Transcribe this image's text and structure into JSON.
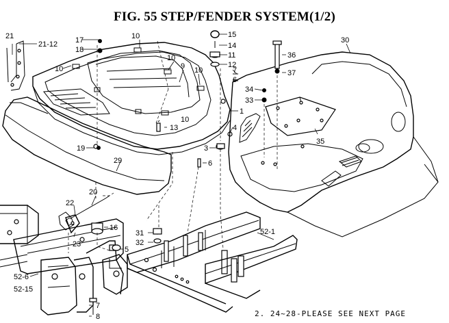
{
  "title": "FIG. 55  STEP/FENDER SYSTEM(1/2)",
  "footnote": "2. 24~28-PLEASE SEE NEXT PAGE",
  "callouts": [
    {
      "id": "c21",
      "label": "21"
    },
    {
      "id": "c21-12",
      "label": "21-12"
    },
    {
      "id": "c10a",
      "label": "10"
    },
    {
      "id": "c10b",
      "label": "10"
    },
    {
      "id": "c10c",
      "label": "10"
    },
    {
      "id": "c10d",
      "label": "10"
    },
    {
      "id": "c10e",
      "label": "10"
    },
    {
      "id": "c17",
      "label": "17"
    },
    {
      "id": "c18",
      "label": "18"
    },
    {
      "id": "c9",
      "label": "9"
    },
    {
      "id": "c15",
      "label": "15"
    },
    {
      "id": "c14",
      "label": "14"
    },
    {
      "id": "c11",
      "label": "11"
    },
    {
      "id": "c12",
      "label": "12"
    },
    {
      "id": "c7",
      "label": "7"
    },
    {
      "id": "c6a",
      "label": "6"
    },
    {
      "id": "c36",
      "label": "36"
    },
    {
      "id": "c37",
      "label": "37"
    },
    {
      "id": "c30",
      "label": "30"
    },
    {
      "id": "c34",
      "label": "34"
    },
    {
      "id": "c33",
      "label": "33"
    },
    {
      "id": "c1",
      "label": "1"
    },
    {
      "id": "c4",
      "label": "4"
    },
    {
      "id": "c13",
      "label": "13"
    },
    {
      "id": "c3",
      "label": "3"
    },
    {
      "id": "c35",
      "label": "35"
    },
    {
      "id": "c19",
      "label": "19"
    },
    {
      "id": "c29",
      "label": "29"
    },
    {
      "id": "c6b",
      "label": "6"
    },
    {
      "id": "c20",
      "label": "20"
    },
    {
      "id": "c22",
      "label": "22"
    },
    {
      "id": "c16",
      "label": "16"
    },
    {
      "id": "c31",
      "label": "31"
    },
    {
      "id": "c52-1",
      "label": "52-1"
    },
    {
      "id": "c23",
      "label": "23"
    },
    {
      "id": "c32",
      "label": "32"
    },
    {
      "id": "c5",
      "label": "5"
    },
    {
      "id": "c52-6",
      "label": "52-6"
    },
    {
      "id": "c52-15",
      "label": "52-15"
    },
    {
      "id": "c7b",
      "label": "7"
    },
    {
      "id": "c8",
      "label": "8"
    }
  ]
}
